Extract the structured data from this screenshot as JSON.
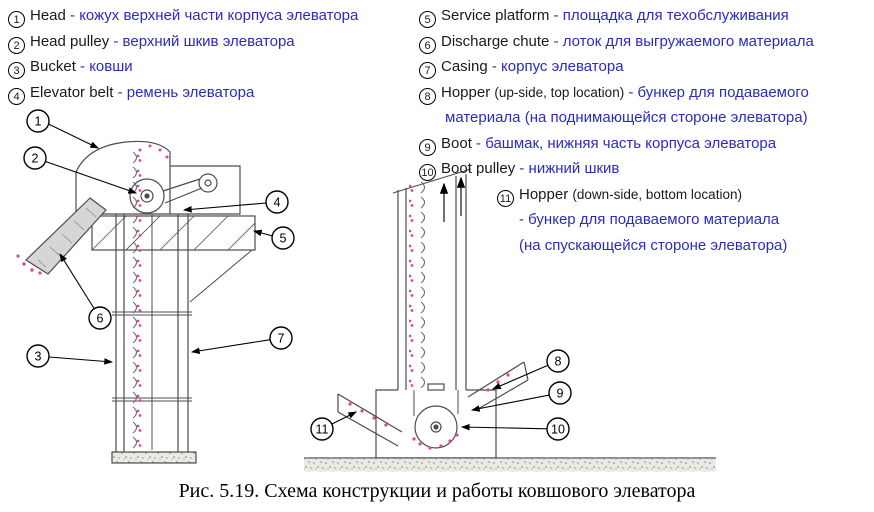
{
  "figure": {
    "caption": "Рис. 5.19. Схема конструкции и работы ковшового элеватора"
  },
  "colors": {
    "english_text": "#1a1a1a",
    "russian_text": "#2b2bbf",
    "diagram_line": "#4c4c4c",
    "material_dots": "#e0459a",
    "chute_fill": "#d6d6d6"
  },
  "legend": {
    "left": [
      {
        "num": "1",
        "en": "Head",
        "ru": "- кожух верхней части корпуса элеватора"
      },
      {
        "num": "2",
        "en": "Head pulley",
        "ru": "- верхний шкив элеватора"
      },
      {
        "num": "3",
        "en": "Bucket",
        "ru": "- ковши"
      },
      {
        "num": "4",
        "en": "Elevator belt",
        "ru": "- ремень элеватора"
      }
    ],
    "right": [
      {
        "num": "5",
        "en": "Service platform",
        "ru": "- площадка для техобслуживания"
      },
      {
        "num": "6",
        "en": "Discharge chute",
        "ru": "- лоток для выгружаемого материала"
      },
      {
        "num": "7",
        "en": "Casing",
        "ru": "- корпус элеватора"
      },
      {
        "num": "8",
        "en": "Hopper",
        "note": "(up-side, top location)",
        "ru": "- бункер для подаваемого материала (на поднимающейся стороне элеватора)"
      },
      {
        "num": "9",
        "en": "Boot",
        "ru": "- башмак, нижняя часть корпуса элеватора"
      },
      {
        "num": "10",
        "en": "Boot pulley",
        "ru": "- нижний шкив"
      },
      {
        "num": "11",
        "en": "Hopper",
        "note": "(down-side, bottom location)",
        "ru_lines": [
          "- бункер для подаваемого материала",
          "(на спускающейся стороне элеватора)"
        ]
      }
    ]
  },
  "diagram": {
    "callouts": [
      "1",
      "2",
      "3",
      "4",
      "5",
      "6",
      "7",
      "8",
      "9",
      "10",
      "11"
    ]
  }
}
